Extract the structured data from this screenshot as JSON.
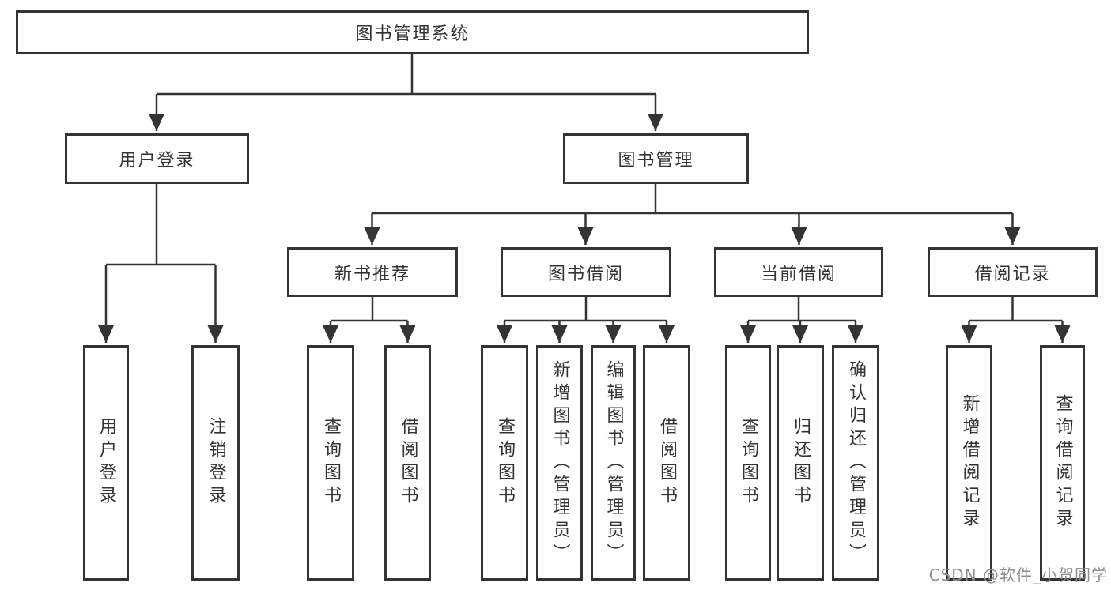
{
  "nodes": {
    "root": {
      "label": "图书管理系统"
    },
    "l2": [
      {
        "id": "user-login",
        "label": "用户登录"
      },
      {
        "id": "book-management",
        "label": "图书管理"
      }
    ],
    "l3": [
      {
        "id": "new-book-recommendation",
        "label": "新书推荐",
        "parent": "图书管理"
      },
      {
        "id": "book-borrowing",
        "label": "图书借阅",
        "parent": "图书管理"
      },
      {
        "id": "current-borrowing",
        "label": "当前借阅",
        "parent": "图书管理"
      },
      {
        "id": "borrowing-records",
        "label": "借阅记录",
        "parent": "图书管理"
      }
    ],
    "leaves": [
      {
        "id": "user-login-action",
        "label": "用户登录",
        "parent": "用户登录"
      },
      {
        "id": "logout",
        "label": "注销登录",
        "parent": "用户登录"
      },
      {
        "id": "query-books-recommend",
        "label": "查询图书",
        "parent": "新书推荐"
      },
      {
        "id": "borrow-books-recommend",
        "label": "借阅图书",
        "parent": "新书推荐"
      },
      {
        "id": "query-books-borrow",
        "label": "查询图书",
        "parent": "图书借阅"
      },
      {
        "id": "add-book-admin",
        "label": "新增图书（管理员）",
        "parent": "图书借阅"
      },
      {
        "id": "edit-book-admin",
        "label": "编辑图书（管理员）",
        "parent": "图书借阅"
      },
      {
        "id": "borrow-books",
        "label": "借阅图书",
        "parent": "图书借阅"
      },
      {
        "id": "query-books-current",
        "label": "查询图书",
        "parent": "当前借阅"
      },
      {
        "id": "return-books",
        "label": "归还图书",
        "parent": "当前借阅"
      },
      {
        "id": "confirm-return-admin",
        "label": "确认归还（管理员）",
        "parent": "当前借阅"
      },
      {
        "id": "add-borrow-record",
        "label": "新增借阅记录",
        "parent": "借阅记录"
      },
      {
        "id": "query-borrow-record",
        "label": "查询借阅记录",
        "parent": "借阅记录"
      }
    ]
  },
  "watermark": {
    "text": "CSDN @软件_小贺同学"
  },
  "colors": {
    "line": "#343434",
    "box_border": "#343434",
    "box_background": "#ffffff",
    "text": "#333333",
    "watermark": "#8e8e8e",
    "background": "#ffffff"
  }
}
